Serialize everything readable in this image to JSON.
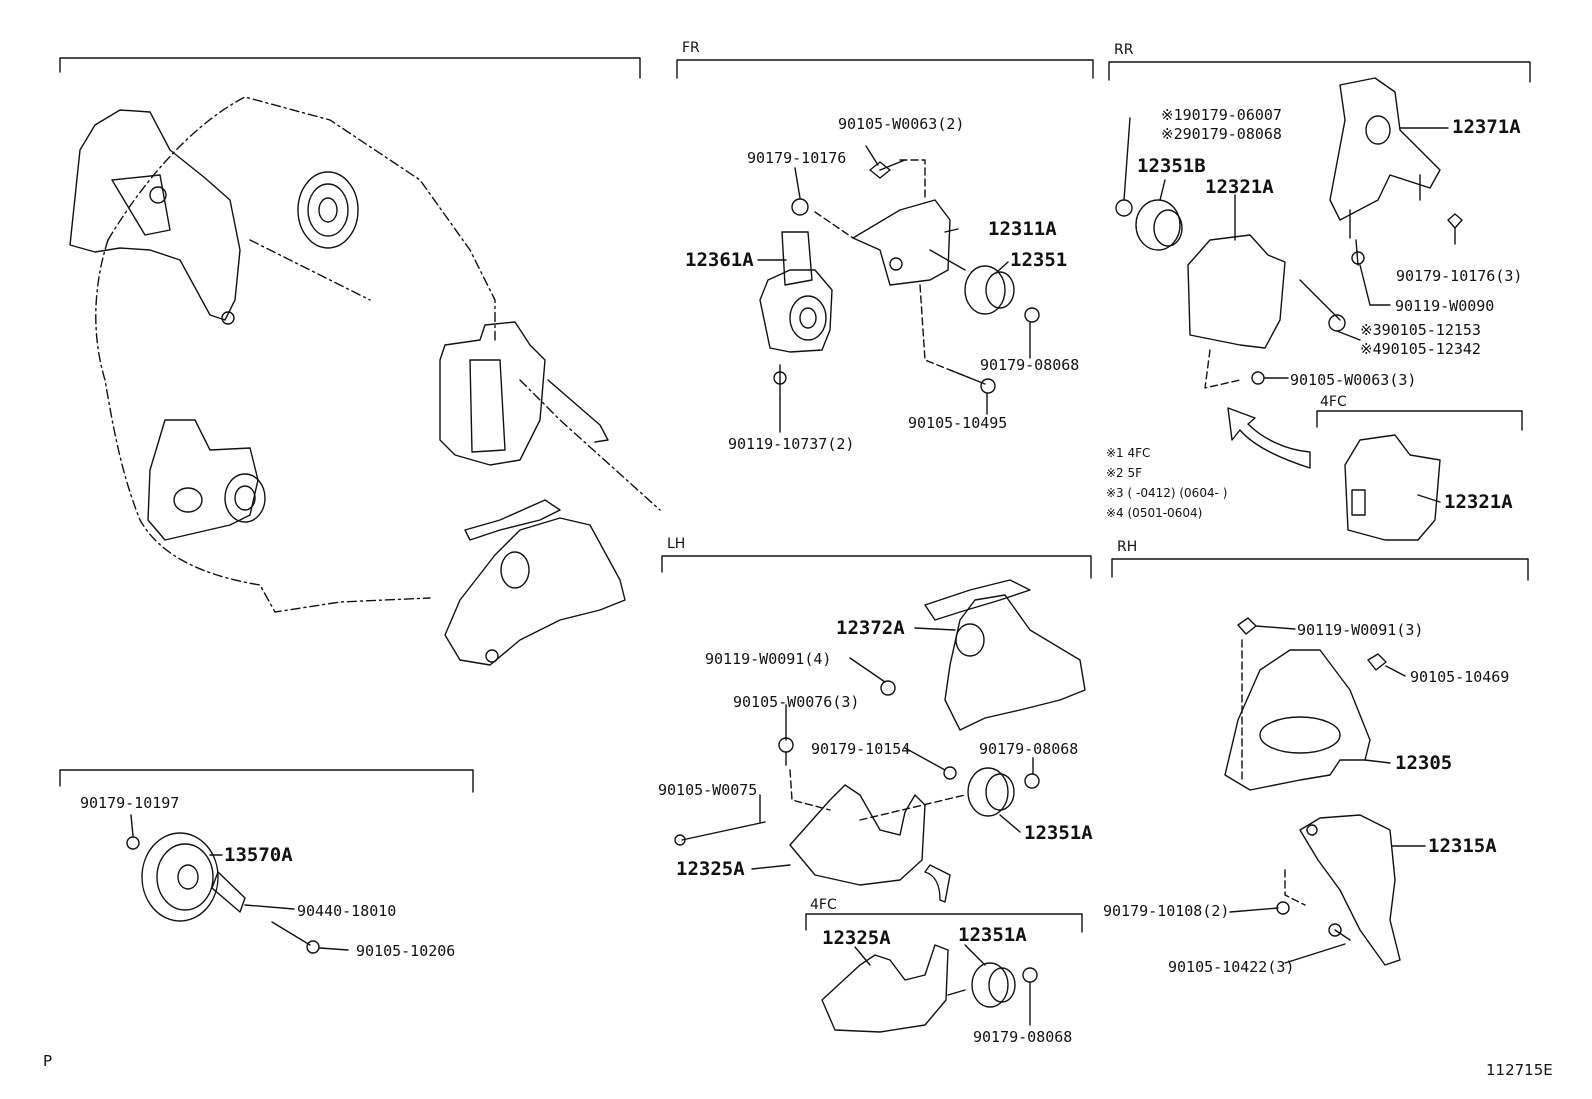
{
  "sections": {
    "fr": "FR",
    "rr": "RR",
    "lh": "LH",
    "rh": "RH",
    "rr_4fc": "4FC",
    "lh_4fc": "4FC"
  },
  "parts": {
    "fr": {
      "p90105_W0063": "90105-W0063(2)",
      "p90179_10176": "90179-10176",
      "p12311A": "12311A",
      "p12361A": "12361A",
      "p12351": "12351",
      "p90179_08068": "90179-08068",
      "p90105_10495": "90105-10495",
      "p90119_10737": "90119-10737(2)"
    },
    "rr": {
      "p_note1": "※190179-06007",
      "p_note2": "※290179-08068",
      "p12351B": "12351B",
      "p12321A": "12321A",
      "p12371A": "12371A",
      "p90179_10176": "90179-10176(3)",
      "p90119_W0090": "90119-W0090",
      "p_note3": "※390105-12153",
      "p_note4": "※490105-12342",
      "p90105_W0063": "90105-W0063(3)",
      "p12321A_4fc": "12321A"
    },
    "notes": [
      "※1 4FC",
      "※2 5F",
      "※3 (      -0412) (0604-      )",
      "※4 (0501-0604)"
    ],
    "lh": {
      "p12372A": "12372A",
      "p90119_W0091": "90119-W0091(4)",
      "p90105_W0076": "90105-W0076(3)",
      "p90179_10154": "90179-10154",
      "p90179_08068": "90179-08068",
      "p90105_W0075": "90105-W0075",
      "p12351A": "12351A",
      "p12325A": "12325A",
      "p12325A_4fc": "12325A",
      "p12351A_4fc": "12351A",
      "p90179_08068_4fc": "90179-08068"
    },
    "rh": {
      "p90119_W0091": "90119-W0091(3)",
      "p90105_10469": "90105-10469",
      "p12305": "12305",
      "p12315A": "12315A",
      "p90179_10108": "90179-10108(2)",
      "p90105_10422": "90105-10422(3)"
    },
    "pulley": {
      "p90179_10197": "90179-10197",
      "p13570A": "13570A",
      "p90440_18010": "90440-18010",
      "p90105_10206": "90105-10206"
    }
  },
  "footer": {
    "page_marker": "P",
    "figure_code": "112715E"
  }
}
